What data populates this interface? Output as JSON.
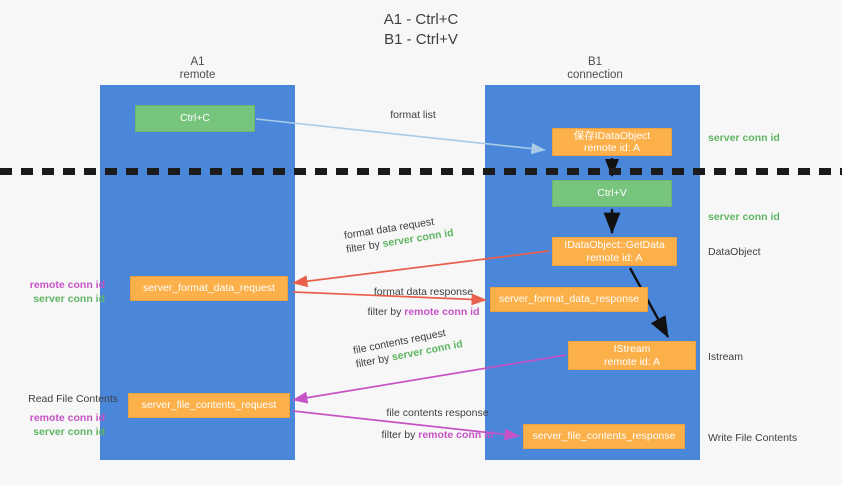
{
  "title": "A1 - Ctrl+C\nB1 - Ctrl+V",
  "lanes": [
    {
      "name": "A1",
      "sub": "remote",
      "header": "A1\nremote"
    },
    {
      "name": "B1",
      "sub": "connection",
      "header": "B1\nconnection"
    }
  ],
  "nodes": {
    "ctrl_c": "Ctrl+C",
    "save_idataobject": "保存IDataObject\nremote id: A",
    "ctrl_v": "Ctrl+V",
    "getdata": "IDataObject::GetData\nremote id: A",
    "server_format_data_request": "server_format_data_request",
    "server_format_data_response": "server_format_data_response",
    "istream": "IStream\nremote id: A",
    "server_file_contents_request": "server_file_contents_request",
    "server_file_contents_response": "server_file_contents_response"
  },
  "edges": {
    "format_list": "format list",
    "format_data_request": "format data request",
    "format_data_response": "format data response",
    "file_contents_request": "file contents request",
    "file_contents_response": "file contents response",
    "filter_by": "filter by ",
    "server_conn_id": "server conn id",
    "remote_conn_id": "remote conn id"
  },
  "right_labels": {
    "server_conn_id_top": "server conn id",
    "server_conn_id_mid": "server conn id",
    "dataobject": "DataObject",
    "istream": "Istream",
    "write_file_contents": "Write File Contents"
  },
  "left_labels": {
    "remote_conn_id_1": "remote conn id",
    "server_conn_id_1": "server conn id",
    "read_file_contents": "Read File Contents",
    "remote_conn_id_2": "remote conn id",
    "server_conn_id_2": "server conn id"
  },
  "colors": {
    "lane": "#4a86d9",
    "orange": "#fbb04a",
    "green_node": "#77c47c",
    "green_text": "#5fb563",
    "magenta_text": "#c653c6",
    "arrow_blue": "#a8cbe8",
    "arrow_red": "#e8604c",
    "arrow_magenta": "#c653c6",
    "arrow_black": "#111111",
    "background": "#f7f7f7"
  }
}
